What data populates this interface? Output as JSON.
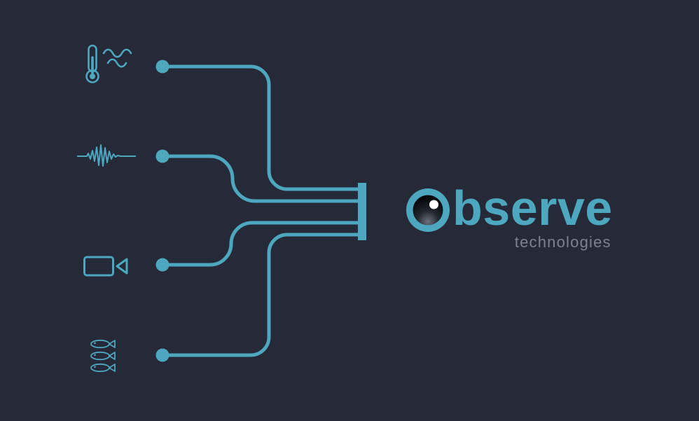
{
  "colors": {
    "bg": "#262a38",
    "accent": "#4da7bf",
    "subtitle": "#7d8290"
  },
  "logo": {
    "brand": "Observe",
    "wordmark_suffix": "bserve",
    "subtitle": "technologies",
    "o_icon": "eye-icon"
  },
  "inputs": [
    {
      "icon": "thermometer-waves-icon"
    },
    {
      "icon": "sound-waveform-icon"
    },
    {
      "icon": "video-camera-icon"
    },
    {
      "icon": "fish-school-icon"
    }
  ]
}
